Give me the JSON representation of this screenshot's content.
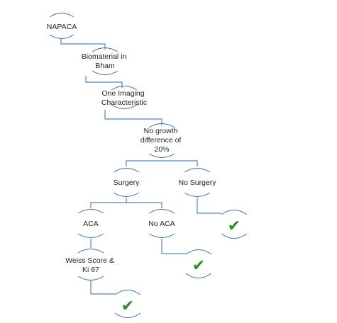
{
  "nodes": {
    "napaca": {
      "lines": [
        "NAPACA"
      ]
    },
    "biomaterial": {
      "lines": [
        "Biomaterial in",
        "Bham"
      ]
    },
    "imaging": {
      "lines": [
        "One Imaging",
        "Characteristic"
      ]
    },
    "growth": {
      "lines": [
        "No growth",
        "difference of",
        "20%"
      ]
    },
    "surgery": {
      "lines": [
        "Surgery"
      ]
    },
    "no_surgery": {
      "lines": [
        "No Surgery"
      ]
    },
    "aca": {
      "lines": [
        "ACA"
      ]
    },
    "no_aca": {
      "lines": [
        "No ACA"
      ]
    },
    "weiss": {
      "lines": [
        "Weiss Score &",
        "Ki 67"
      ]
    }
  },
  "outcomes": {
    "no_surgery_done": {
      "mark": "✔",
      "icon": "check-icon"
    },
    "no_aca_done": {
      "mark": "✔",
      "icon": "check-icon"
    },
    "weiss_done": {
      "mark": "✔",
      "icon": "check-icon"
    }
  },
  "colors": {
    "connector": "#4f86c6",
    "node_outline": "#3f6fa8",
    "check": "#2f8a2a",
    "text": "#1e1e1e"
  }
}
